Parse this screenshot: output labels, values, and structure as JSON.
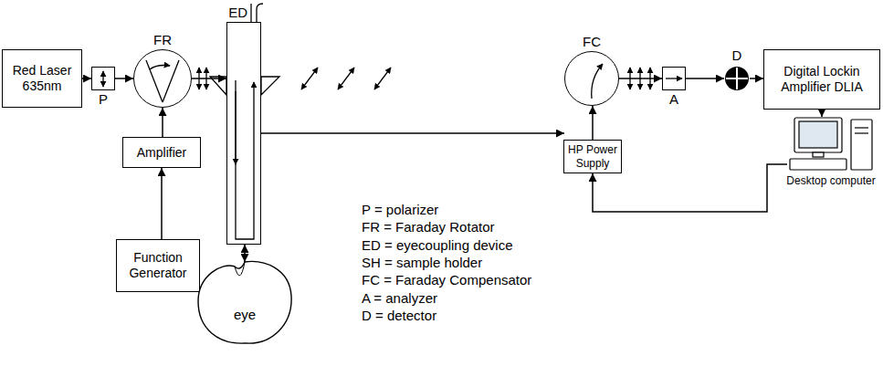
{
  "diagram": {
    "nodes": [
      {
        "text": [
          "Red Laser 635nm"
        ]
      },
      {
        "text": [
          "P"
        ]
      },
      {
        "text": [
          "FR"
        ]
      },
      {
        "text": [
          "Amplifier"
        ]
      },
      {
        "text": [
          "Function Generator"
        ]
      },
      {
        "text": [
          "ED"
        ]
      },
      {
        "text": [
          "eye"
        ]
      },
      {
        "text": [
          "FC"
        ]
      },
      {
        "text": [
          "HP Power Supply"
        ]
      },
      {
        "text": [
          "A"
        ]
      },
      {
        "text": [
          "D"
        ]
      },
      {
        "text": [
          "Digital Lockin Amplifier DLIA"
        ]
      },
      {
        "text": [
          "Desktop computer"
        ]
      }
    ],
    "edges": [
      {
        "from": 0,
        "to": 1,
        "arrow": "to"
      },
      {
        "from": 1,
        "to": 2,
        "arrow": "to"
      },
      {
        "from": 2,
        "to": 5,
        "arrow": "to"
      },
      {
        "from": 5,
        "to": 6,
        "arrow": "both"
      },
      {
        "from": 5,
        "to": 7,
        "arrow": "to"
      },
      {
        "from": 7,
        "to": 9,
        "arrow": "to"
      },
      {
        "from": 9,
        "to": 10,
        "arrow": "to"
      },
      {
        "from": 10,
        "to": 11,
        "arrow": "to"
      },
      {
        "from": 11,
        "to": 12,
        "arrow": "to"
      },
      {
        "from": 12,
        "to": 8,
        "arrow": "to"
      },
      {
        "from": 8,
        "to": 7,
        "arrow": "to"
      },
      {
        "from": 4,
        "to": 3,
        "arrow": "to"
      },
      {
        "from": 3,
        "to": 2,
        "arrow": "to"
      }
    ],
    "labels": [
      "P = polarizer",
      "FR = Faraday Rotator",
      "ED = eyecoupling device",
      "SH = sample holder",
      "FC = Faraday Compensator",
      "A = analyzer",
      "D = detector"
    ]
  }
}
